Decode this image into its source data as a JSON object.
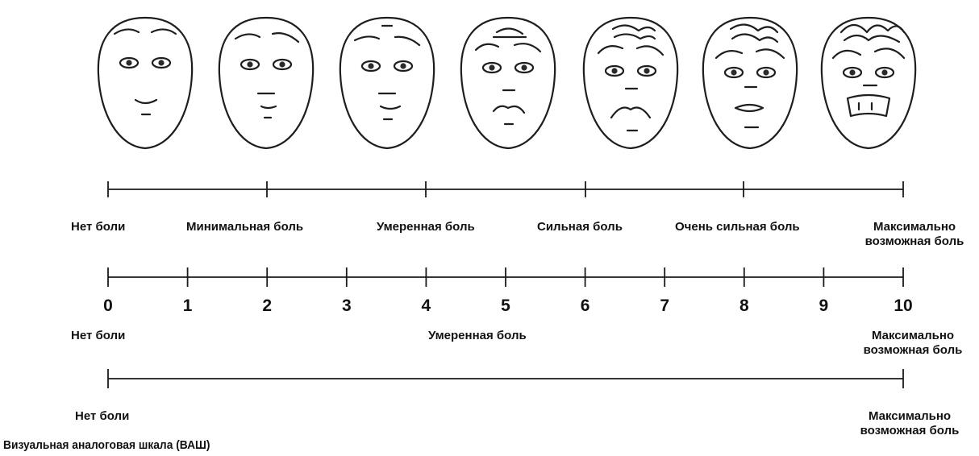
{
  "face_scale": {
    "faces": [
      {
        "name": "face-0-icon",
        "level": 0
      },
      {
        "name": "face-2-icon",
        "level": 2
      },
      {
        "name": "face-4-icon",
        "level": 4
      },
      {
        "name": "face-6-icon",
        "level": 6
      },
      {
        "name": "face-8-icon",
        "level": 8
      },
      {
        "name": "face-9-icon",
        "level": 9
      },
      {
        "name": "face-10-icon",
        "level": 10
      }
    ],
    "labels": {
      "none": "Нет боли",
      "minimal": "Минимальная боль",
      "moderate": "Умеренная боль",
      "strong": "Сильная боль",
      "very_strong": "Очень сильная боль",
      "max_line1": "Максимально",
      "max_line2": "возможная боль"
    }
  },
  "numeric_scale": {
    "ticks": [
      "0",
      "1",
      "2",
      "3",
      "4",
      "5",
      "6",
      "7",
      "8",
      "9",
      "10"
    ],
    "labels": {
      "none": "Нет боли",
      "moderate": "Умеренная боль",
      "max_line1": "Максимально",
      "max_line2": "возможная боль"
    }
  },
  "visual_analog_scale": {
    "labels": {
      "none": "Нет боли",
      "max_line1": "Максимально",
      "max_line2": "возможная боль"
    }
  },
  "caption": "Визуальная аналоговая шкала (ВАШ)"
}
